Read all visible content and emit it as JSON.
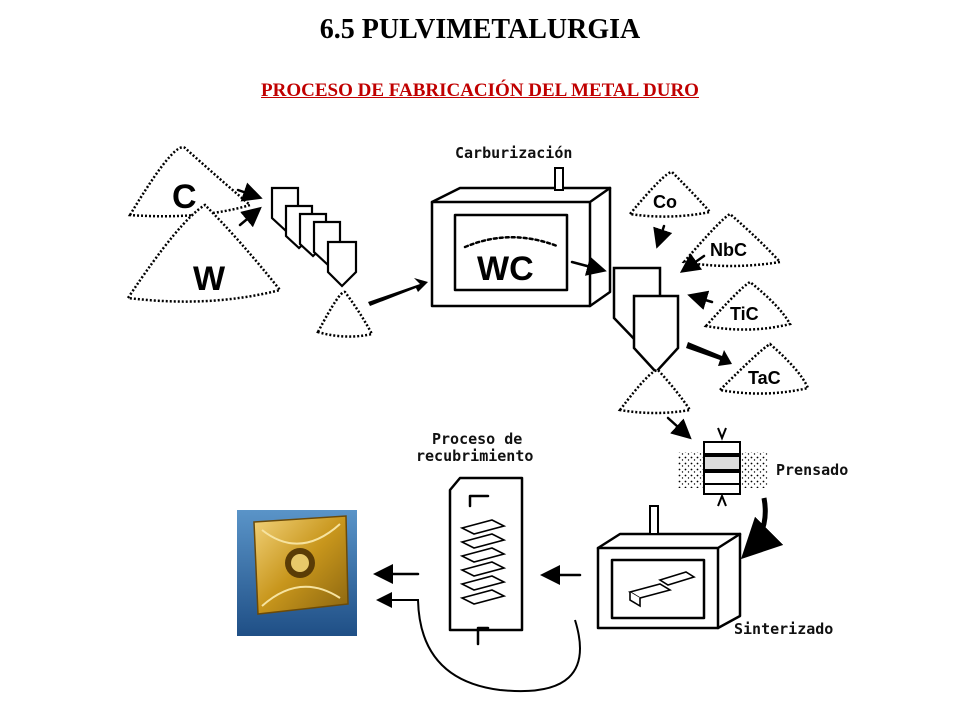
{
  "title": "6.5  PULVIMETALURGIA",
  "subtitle": "PROCESO DE FABRICACIÓN DEL METAL DURO",
  "steps": {
    "carburization": "Carburización",
    "coating": "Proceso de",
    "coating_line2": "recubrimiento",
    "pressing": "Prensado",
    "sintering": "Sinterizado"
  },
  "materials": {
    "carbon": "C",
    "tungsten": "W",
    "tungsten_carbide": "WC",
    "cobalt": "Co",
    "niobium_carbide": "NbC",
    "titanium_carbide": "TiC",
    "tantalum_carbide": "TaC"
  },
  "colors": {
    "subtitle": "#c00000",
    "insert_gold": "#d4a820",
    "insert_bg": "#3a7ab8"
  }
}
